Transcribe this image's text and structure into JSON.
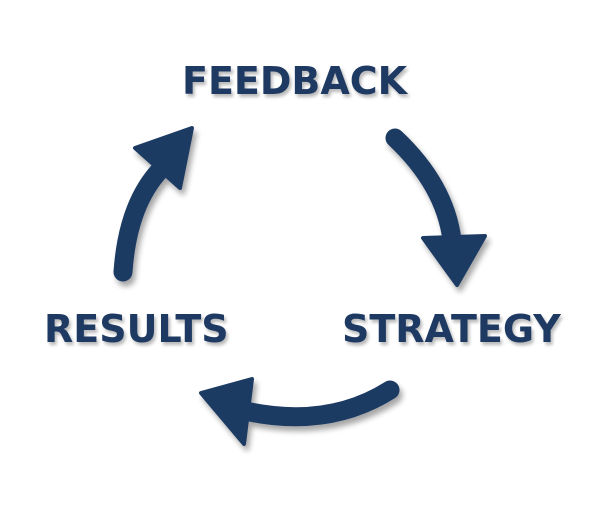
{
  "diagram": {
    "nodes": [
      {
        "id": "feedback",
        "label": "FEEDBACK"
      },
      {
        "id": "strategy",
        "label": "STRATEGY"
      },
      {
        "id": "results",
        "label": "RESULTS"
      }
    ],
    "edges": [
      {
        "from": "feedback",
        "to": "strategy"
      },
      {
        "from": "strategy",
        "to": "results"
      },
      {
        "from": "results",
        "to": "feedback"
      }
    ],
    "colors": {
      "primary": "#1e3a63",
      "background": "#ffffff"
    }
  }
}
